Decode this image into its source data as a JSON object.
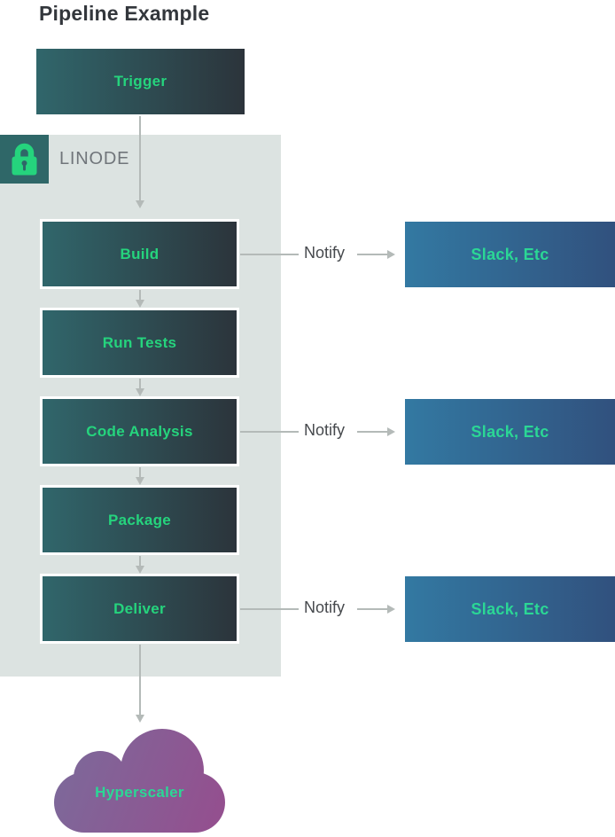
{
  "title": "Pipeline Example",
  "trigger": {
    "label": "Trigger"
  },
  "linode_group": {
    "label": "LINODE"
  },
  "pipeline": {
    "steps": [
      {
        "label": "Build",
        "notifies": true
      },
      {
        "label": "Run Tests",
        "notifies": false
      },
      {
        "label": "Code Analysis",
        "notifies": true
      },
      {
        "label": "Package",
        "notifies": false
      },
      {
        "label": "Deliver",
        "notifies": true
      }
    ]
  },
  "notify": {
    "label": "Notify",
    "target": "Slack, Etc"
  },
  "cloud": {
    "label": "Hyperscaler"
  },
  "colors": {
    "accent_green": "#25d47d",
    "mint_green": "#2bd795",
    "box_gradient_start": "#30666b",
    "box_gradient_end": "#2c343b",
    "slack_gradient_start": "#3379a2",
    "slack_gradient_end": "#31517e",
    "container_bg": "#dce3e1",
    "lock_bg": "#2f6768",
    "cloud_gradient_start": "#7b6b9b",
    "cloud_gradient_end": "#93508f",
    "arrow_gray": "#b4bab8",
    "title_text": "#33373c",
    "linode_text": "#70757a",
    "notify_text": "#46494d"
  }
}
